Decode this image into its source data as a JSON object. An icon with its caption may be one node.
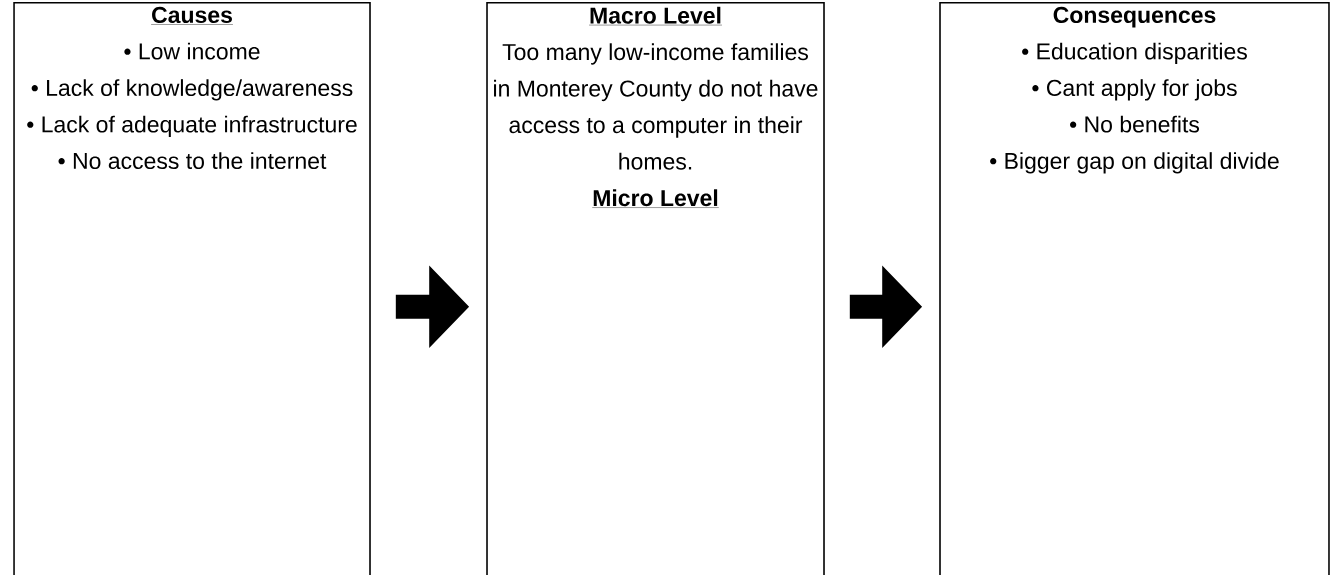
{
  "diagram": {
    "nodes": [
      {
        "text": [
          "Causes",
          "• Low income",
          "• Lack of knowledge/awareness",
          "• Lack of adequate infrastructure",
          "• No access to the internet"
        ]
      },
      {
        "text": [
          "Macro Level",
          "Too many low-income families in Monterey County do not have access to a computer in their homes.",
          "Micro Level"
        ]
      },
      {
        "text": [
          "Consequences",
          "• Education disparities",
          "• Cant apply for jobs",
          "• No benefits",
          "• Bigger gap on digital divide"
        ]
      }
    ],
    "edges": [
      {
        "from": 0,
        "to": 1,
        "arrow": "to"
      },
      {
        "from": 1,
        "to": 2,
        "arrow": "to"
      }
    ]
  }
}
